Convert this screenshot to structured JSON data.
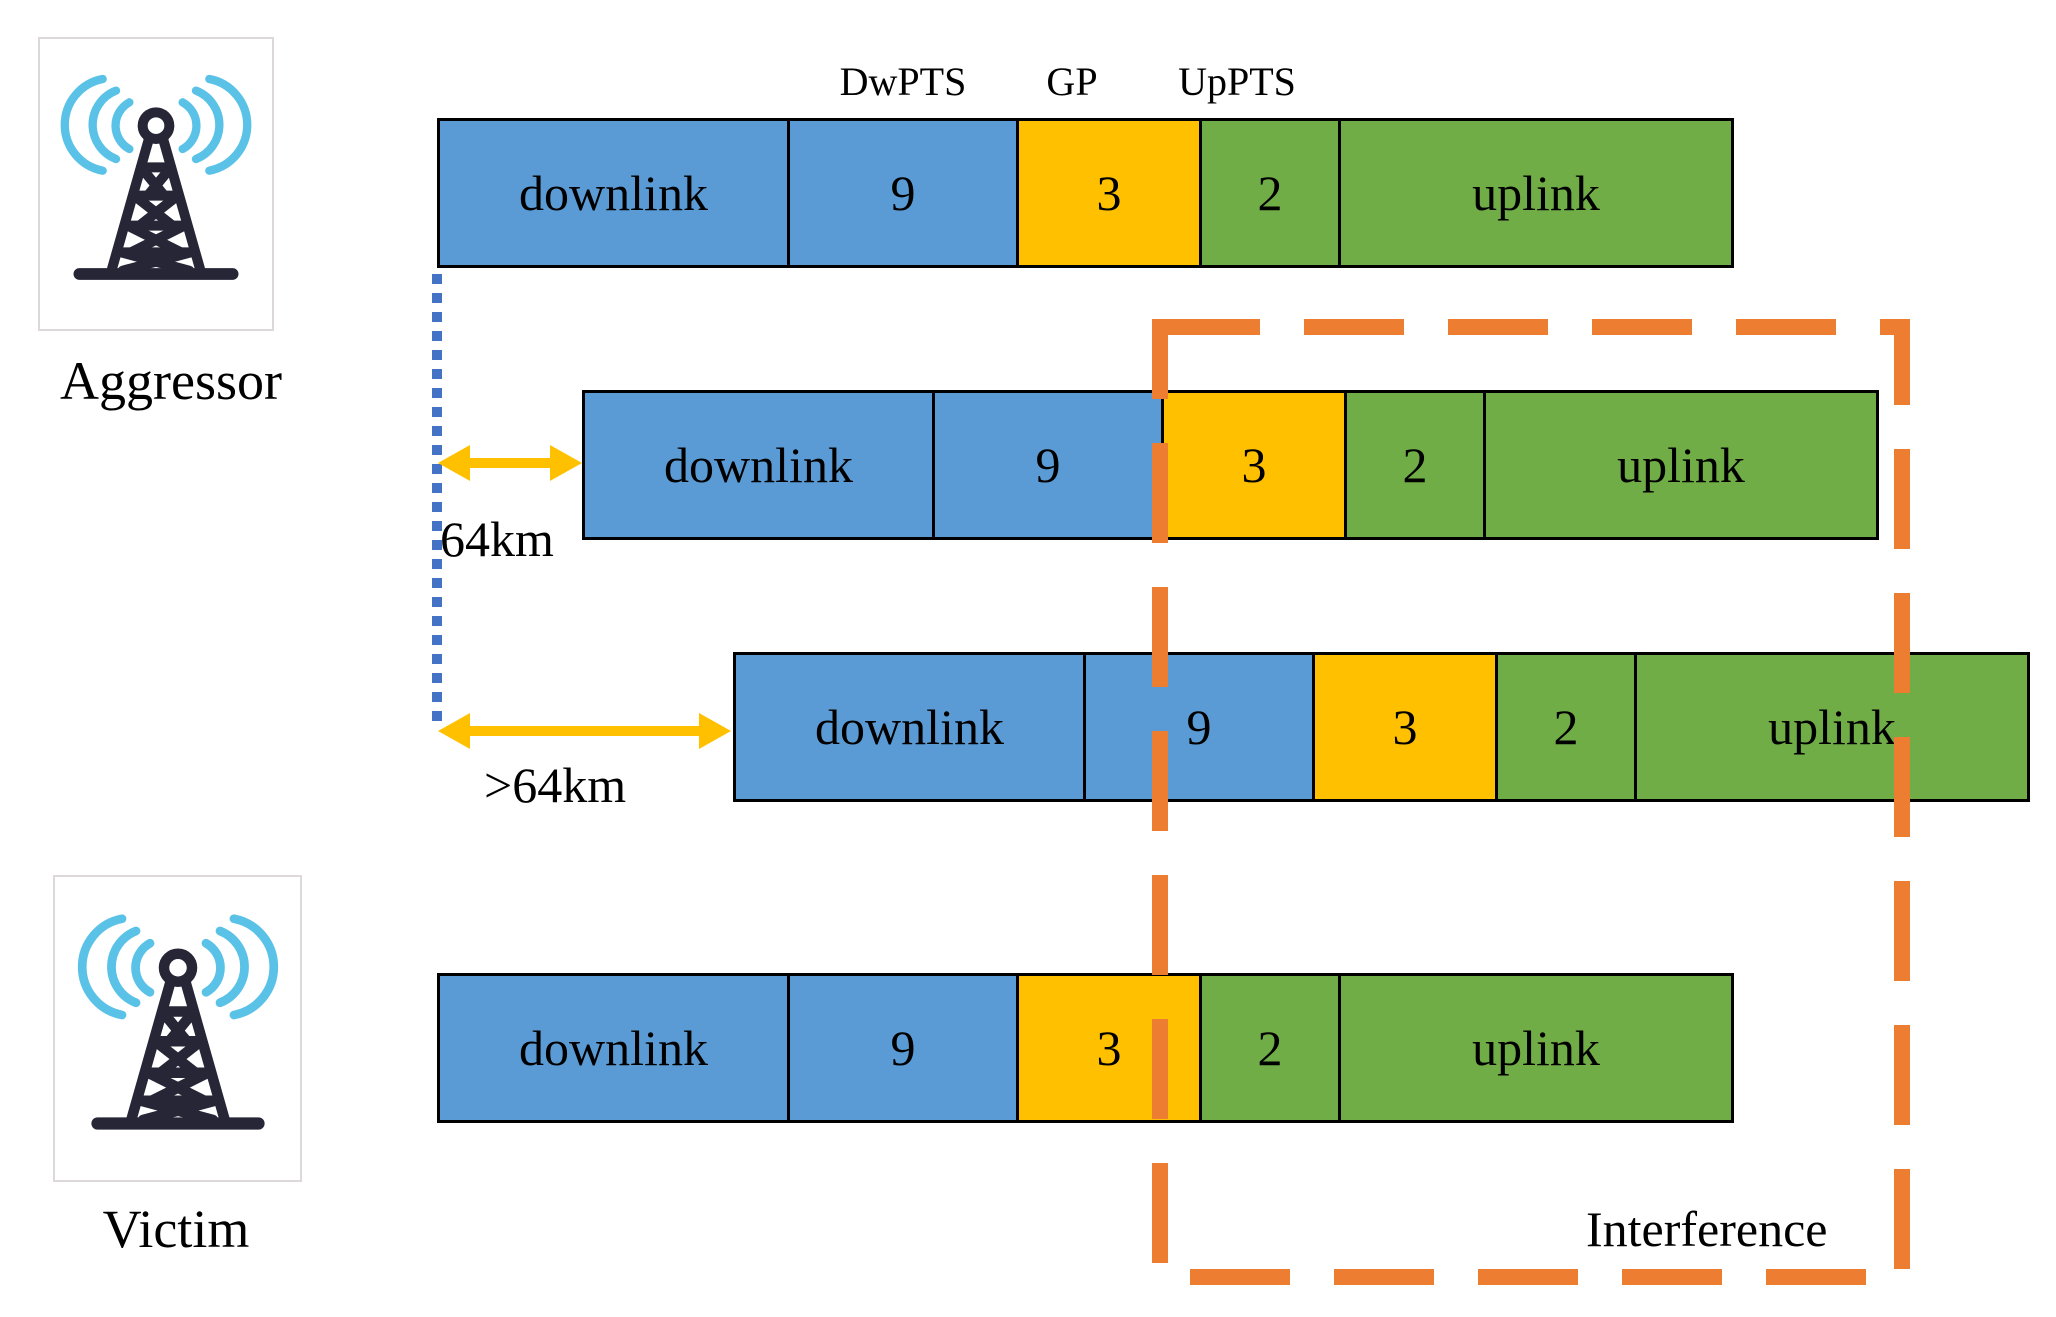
{
  "nodes": {
    "aggressor": {
      "label": "Aggressor"
    },
    "victim": {
      "label": "Victim"
    }
  },
  "header_labels": {
    "dwpts": "DwPTS",
    "gp": "GP",
    "uppts": "UpPTS"
  },
  "frames": [
    {
      "name": "aggressor-frame",
      "offset_label": "",
      "segments": [
        {
          "type": "downlink",
          "label": "downlink"
        },
        {
          "type": "DwPTS",
          "label": "9"
        },
        {
          "type": "GP",
          "label": "3"
        },
        {
          "type": "UpPTS",
          "label": "2"
        },
        {
          "type": "uplink",
          "label": "uplink"
        }
      ]
    },
    {
      "name": "aggressor-frame-delayed-64km",
      "offset_label": "64km",
      "segments": [
        {
          "type": "downlink",
          "label": "downlink"
        },
        {
          "type": "DwPTS",
          "label": "9"
        },
        {
          "type": "GP",
          "label": "3"
        },
        {
          "type": "UpPTS",
          "label": "2"
        },
        {
          "type": "uplink",
          "label": "uplink"
        }
      ]
    },
    {
      "name": "aggressor-frame-delayed-over-64km",
      "offset_label": ">64km",
      "segments": [
        {
          "type": "downlink",
          "label": "downlink"
        },
        {
          "type": "DwPTS",
          "label": "9"
        },
        {
          "type": "GP",
          "label": "3"
        },
        {
          "type": "UpPTS",
          "label": "2"
        },
        {
          "type": "uplink",
          "label": "uplink"
        }
      ]
    },
    {
      "name": "victim-frame",
      "offset_label": "",
      "segments": [
        {
          "type": "downlink",
          "label": "downlink"
        },
        {
          "type": "DwPTS",
          "label": "9"
        },
        {
          "type": "GP",
          "label": "3"
        },
        {
          "type": "UpPTS",
          "label": "2"
        },
        {
          "type": "uplink",
          "label": "uplink"
        }
      ]
    }
  ],
  "interference": {
    "label": "Interference"
  },
  "colors": {
    "downlink_blue": "#5B9BD5",
    "gp_gold": "#FFC000",
    "uplink_green": "#70AD47",
    "interference_orange": "#ED7D31",
    "delay_dotted_blue": "#4472C4",
    "arrow_gold": "#FFC000",
    "tower_dark": "#262637",
    "signal_light_blue": "#5BC2E7"
  }
}
